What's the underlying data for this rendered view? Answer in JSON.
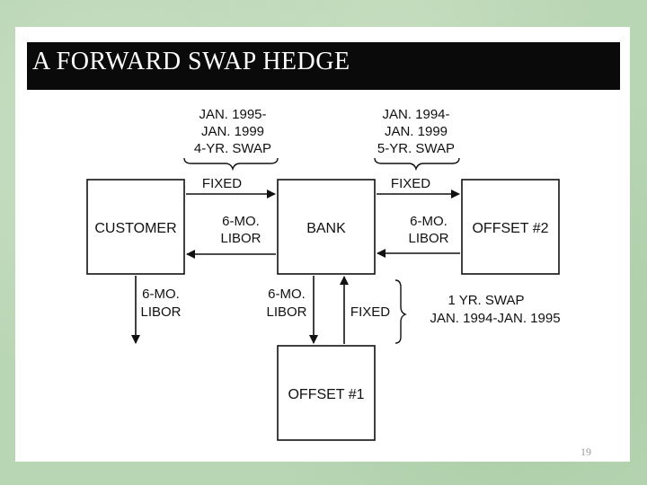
{
  "title": "A FORWARD SWAP HEDGE",
  "page_number": "19",
  "nodes": {
    "customer": "CUSTOMER",
    "bank": "BANK",
    "offset2": "OFFSET #2",
    "offset1": "OFFSET #1"
  },
  "swaps": {
    "customer_swap": [
      "JAN. 1995-",
      "JAN. 1999",
      "4-YR. SWAP"
    ],
    "offset2_swap": [
      "JAN. 1994-",
      "JAN. 1999",
      "5-YR. SWAP"
    ],
    "offset1_swap": [
      "1 YR. SWAP",
      "JAN. 1994-JAN. 1995"
    ]
  },
  "flows": {
    "customer_to_bank": "FIXED",
    "bank_to_customer": [
      "6-MO.",
      "LIBOR"
    ],
    "bank_to_offset2": "FIXED",
    "offset2_to_bank": [
      "6-MO.",
      "LIBOR"
    ],
    "customer_out": [
      "6-MO.",
      "LIBOR"
    ],
    "bank_to_offset1": [
      "6-MO.",
      "LIBOR"
    ],
    "offset1_to_bank": "FIXED"
  }
}
